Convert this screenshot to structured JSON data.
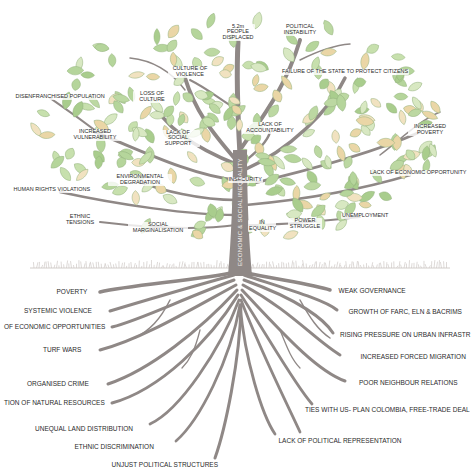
{
  "diagram": {
    "labels": [
      "5.2m PEOPLE DISPLACED",
      "POLITICAL INSTABILITY",
      "CULTURE OF VIOLENCE",
      "FAILURE OF THE STATE TO PROTECT CITIZENS",
      "DISENFRANCHISED POPULATION",
      "LOSS OF CULTURE",
      "LACK OF ACCOUNTABILITY",
      "INCREASED POVERTY",
      "INCREASED VULNERABILITY",
      "LACK OF SOCIAL SUPPORT",
      "ENVIRONMENTAL DEGRADATION",
      "HUMAN RIGHTS VIOLATIONS",
      "INSECURITY",
      "LACK OF ECONOMIC OPPORTUNITY",
      "ETHNIC TENSIONS",
      "SOCIAL MARGINALISATION",
      "IN EQUALITY",
      "POWER STRUGGLE",
      "UNEMPLOYMENT",
      "ECONOMIC & SOCIAL INEQUALITY",
      "POVERTY",
      "SYSTEMIC VIOLENCE",
      "OF ECONOMIC OPPORTUNITIES",
      "TURF WARS",
      "ORGANISED CRIME",
      "TION OF NATURAL RESOURCES",
      "UNEQUAL LAND DISTRIBUTION",
      "ETHNIC DISCRIMINATION",
      "UNJUST POLITICAL STRUCTURES",
      "WEAK GOVERNANCE",
      "GROWTH OF FARC, ELN & BACRIMS",
      "RISING PRESSURE ON URBAN INFRASTR",
      "INCREASED FORCED MIGRATION",
      "POOR NEIGHBOUR RELATIONS",
      "TIES WITH US- PLAN COLOMBIA, FREE-TRADE DEAL",
      "LACK OF POLITICAL REPRESENTATION"
    ]
  }
}
